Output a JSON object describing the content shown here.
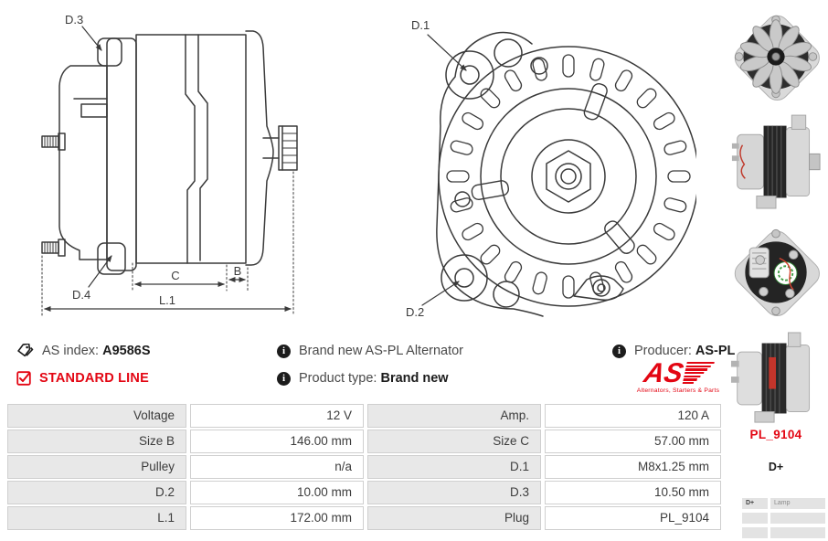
{
  "info": {
    "as_index": {
      "label": "AS index:",
      "value": "A9586S"
    },
    "line": "STANDARD LINE",
    "description": "Brand new AS-PL Alternator",
    "product_type": {
      "label": "Product type:",
      "value": "Brand new"
    },
    "producer": {
      "label": "Producer:",
      "value": "AS-PL"
    },
    "info_icon_glyph": "i"
  },
  "logo": {
    "text": "AS",
    "tagline": "Alternators, Starters & Parts"
  },
  "drawing": {
    "side": {
      "d3": "D.3",
      "d4": "D.4",
      "c": "C",
      "b": "B",
      "l1": "L.1"
    },
    "front": {
      "d1": "D.1",
      "d2": "D.2"
    }
  },
  "plug": {
    "code": "PL_9104",
    "terminal": "D+",
    "pins": [
      {
        "pin": "D+",
        "label": "Lamp"
      },
      {
        "pin": "",
        "label": ""
      },
      {
        "pin": "",
        "label": ""
      }
    ]
  },
  "specs": {
    "rows": [
      {
        "l1": "Voltage",
        "v1": "12 V",
        "l2": "Amp.",
        "v2": "120 A"
      },
      {
        "l1": "Size B",
        "v1": "146.00 mm",
        "l2": "Size C",
        "v2": "57.00 mm"
      },
      {
        "l1": "Pulley",
        "v1": "n/a",
        "l2": "D.1",
        "v2": "M8x1.25 mm"
      },
      {
        "l1": "D.2",
        "v1": "10.00 mm",
        "l2": "D.3",
        "v2": "10.50 mm"
      },
      {
        "l1": "L.1",
        "v1": "172.00 mm",
        "l2": "Plug",
        "v2": "PL_9104"
      }
    ]
  },
  "colors": {
    "accent_red": "#e30613",
    "table_label_bg": "#e8e8e8",
    "table_border": "#cfcfcf",
    "drawing_line": "#3a3a3a",
    "text": "#3c3c3c"
  }
}
